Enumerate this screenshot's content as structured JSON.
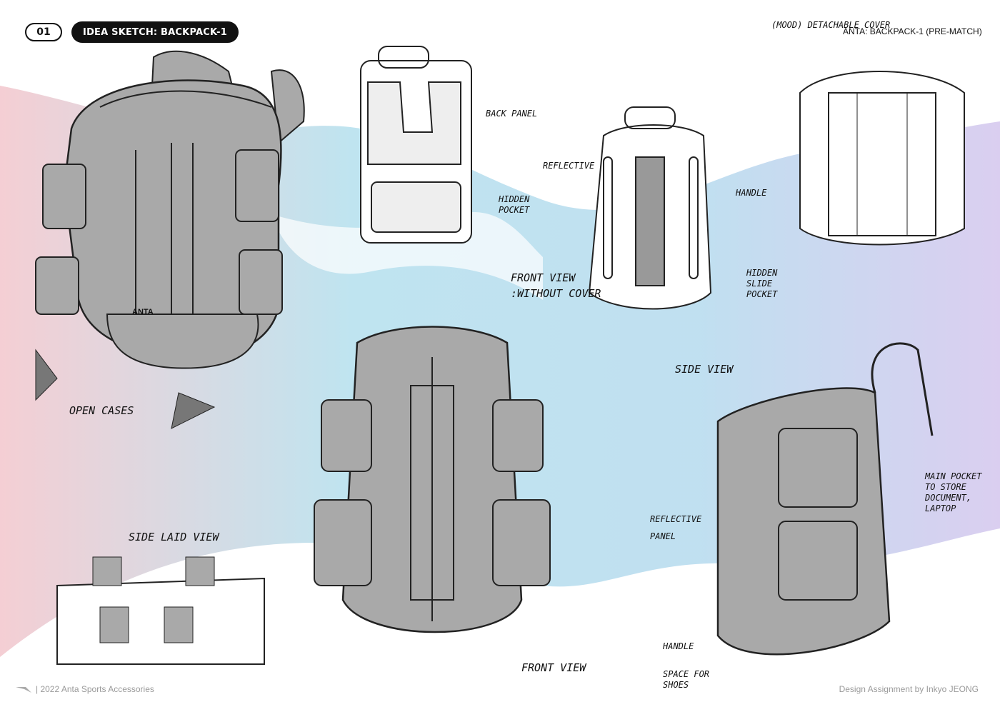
{
  "page": {
    "number": "01",
    "title": "IDEA SKETCH: BACKPACK-1"
  },
  "header_note": "ANTA: BACKPACK-1 (PRE-MATCH)",
  "annotations": {
    "detachable_cover": "(MOOD) DETACHABLE COVER",
    "back_panel": "BACK PANEL",
    "reflective": "REFLECTIVE",
    "hidden_pocket": "HIDDEN\nPOCKET",
    "handle_top": "HANDLE",
    "front_view_without_cover": "FRONT VIEW\n:WITHOUT COVER",
    "hidden_slide_pocket": "HIDDEN\nSLIDE\nPOCKET",
    "open_cases": "OPEN CASES",
    "side_view": "SIDE VIEW",
    "main_pocket": "MAIN POCKET\nTO STORE\nDOCUMENT,\nLAPTOP",
    "reflective_panel": "REFLECTIVE\nPANEL",
    "handle_bottom": "HANDLE",
    "space_for_shoes": "SPACE FOR\nSHOES",
    "side_laid_view": "SIDE LAID VIEW",
    "front_view": "FRONT VIEW",
    "brand_mark": "ANTA"
  },
  "footer": {
    "left": "| 2022 Anta Sports Accessories",
    "right": "Design Assignment by Inkyo JEONG"
  },
  "colors": {
    "sketch_fill": "#a9a9a9",
    "wave_cyan": "#a8dcec",
    "wave_pink": "#f0c6cc",
    "wave_purple": "#cfc8ec"
  }
}
